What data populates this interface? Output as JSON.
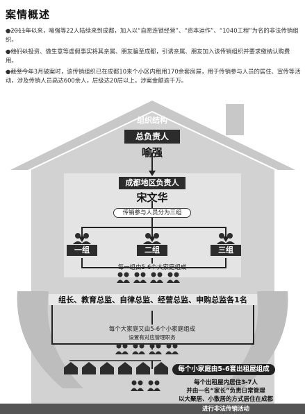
{
  "header": {
    "title": "案情概述"
  },
  "paragraphs": [
    "●2011年以来，喻强等22人陆续来到成都，加入以“自愿连锁经营”、“资本运作”、“1040工程”为名的非法传销组织。",
    "●他们以投资、做生意等虚假事实将其亲属、朋友骗至成都，引诱亲属、朋友加入该传销组织并要求缴纳认购费用。",
    "●截至今年3月破案时，该传销组织已在成都10来个小区内租用170余套房屋，用于传销参与人员的居住、宣传等活动，涉及传销人员高达600余人，层级达20层以上，涉案金额逾千万。"
  ],
  "chart": {
    "heading": "组织结构",
    "top_role": "总负责人",
    "top_name": "喻强",
    "regional_role": "成都地区负责人",
    "regional_name": "宋文华",
    "split_note": "传销参与人员分为三组",
    "groups": [
      "一组",
      "二组",
      "三组"
    ],
    "group_note": "每一组由5-6个大家庭组成",
    "supervisors": "组长、教育总监、自律总监、经营总监、申购总监各1名",
    "family_note": "每个大家庭又由5-6个小家庭组成",
    "management_note": "设置有对应管理职务",
    "small_family_note": "每个小家庭由5-6套出租屋组成",
    "bottom_note": [
      "每个出租屋内居住3-7人",
      "并由一名“家长”负责日常管理",
      "以大聚居、小散居的方式居住在成都",
      "进行非法传销活动"
    ]
  },
  "colors": {
    "house_fill": "#cfcfcf",
    "house_inner": "#e3e3e3",
    "dark": "#2c2c2c"
  }
}
